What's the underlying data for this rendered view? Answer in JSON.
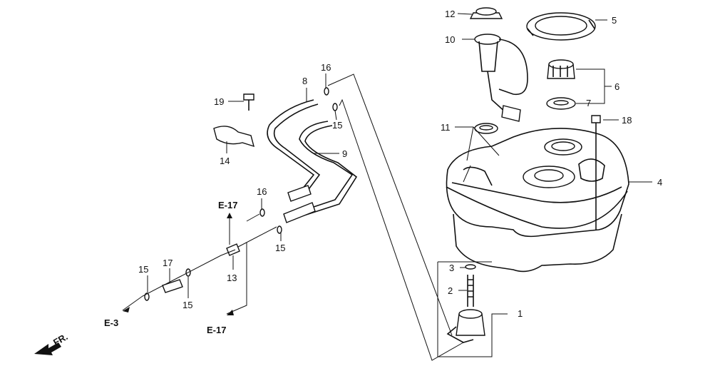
{
  "callouts": {
    "c1": "1",
    "c2": "2",
    "c3": "3",
    "c4": "4",
    "c5": "5",
    "c6": "6",
    "c7": "7",
    "c8": "8",
    "c9": "9",
    "c10": "10",
    "c11": "11",
    "c12": "12",
    "c13": "13",
    "c14": "14",
    "c15a": "15",
    "c15b": "15",
    "c15c": "15",
    "c15d": "15",
    "c16a": "16",
    "c16b": "16",
    "c17": "17",
    "c18": "18",
    "c19": "19"
  },
  "references": {
    "e17_top": "E-17",
    "e17_bottom": "E-17",
    "e3": "E-3"
  },
  "front_arrow": "FR."
}
